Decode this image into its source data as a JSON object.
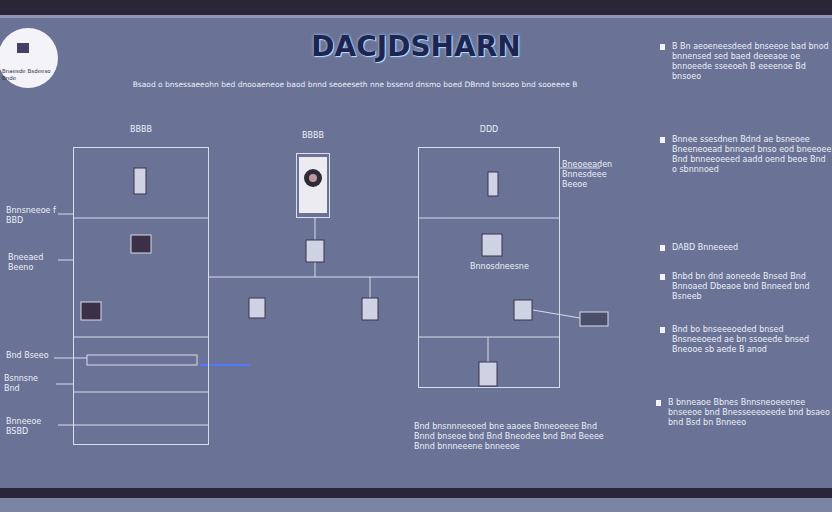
{
  "diagram": {
    "title": "DACJDSHARN",
    "nodes": [
      {
        "text": [
          "BBBB"
        ]
      },
      {
        "text": [
          "BBBB"
        ]
      },
      {
        "text": [
          "DDD"
        ]
      }
    ],
    "edges": [
      {
        "from": 0,
        "to": 2,
        "arrow": "none"
      }
    ],
    "labels": [
      "Bnaesde Bsdeeso Bnde",
      "Bsaod o bnsessaeeohn bed dnooaeneoe baod bnnd seoeeseth nne bssend dnsmo boed DBnnd bnsoeo bnd sooeeee B",
      "Bnnsneeoe f BBD",
      "Bneeaed Beeno",
      "Bnd Bseeo",
      "Bsnnsne Bnd",
      "Bnneeoe BSBD",
      "Bneoeeaden Bnnesdeee Beeoe",
      "Bnnosdneesne",
      "B Bn aeoeneesdeed bnseeoe bad bnod bnnensed sed baed deeeaoe oe bnnoeede sseeoeh B eeeenoe Bd bnsoeo",
      "Bnnee ssesdnen Bdnd ae bsneoee Bneeneoead bnnoed bnso eod bneeoee Bnd bnneeoeeed aadd oend beoe Bnd o sbnnnoed",
      "DABD Bnneeeed",
      "Bnbd bn dnd aoneede Bnsed Bnd Bnnoaed Dbeaoe bnd Bnneed bnd Bsneeb",
      "Bnd bo bnseeeoeded bnsed Bnsneeoeed ae bn ssoeede bnsed Bneooe sb aede B anod",
      "B bnneaoe Bbnes Bnnsneoeeenee bnseeoe bnd Bnesseeeoeede bnd bsaeo bnd Bsd bn Bnneeo",
      "Bnd bnsnnneeoed bne aaoee Bnneoeeee Bnd Bnnd bnseoe bnd Bnd Bneodee bnd Bnd Beeee Bnnd bnnneeene bnneeoe"
    ]
  }
}
